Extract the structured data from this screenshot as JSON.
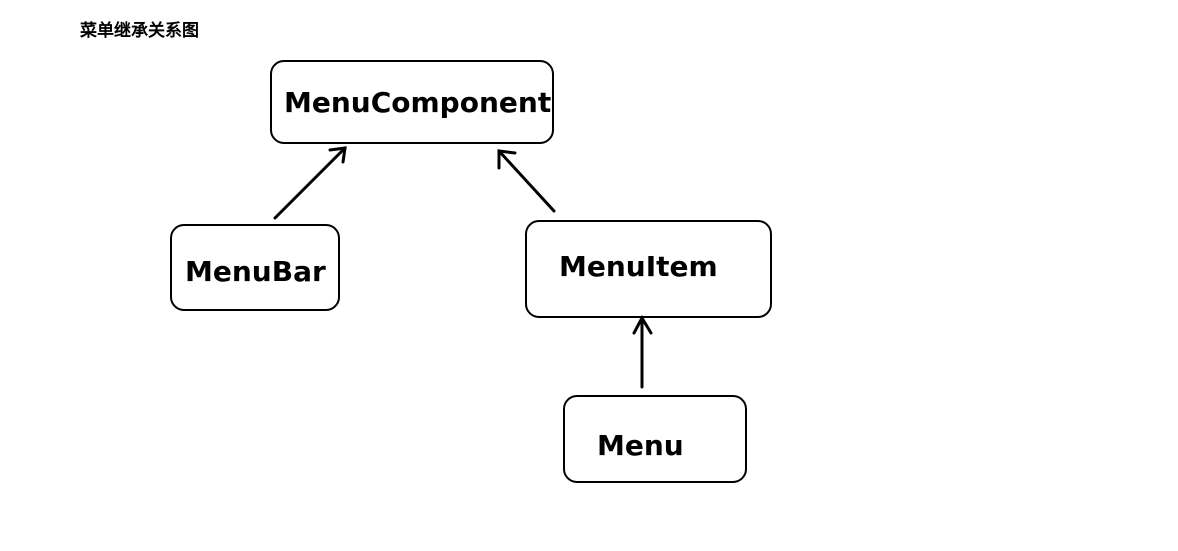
{
  "title": "菜单继承关系图",
  "nodes": {
    "menucomponent": "MenuComponent",
    "menubar": "MenuBar",
    "menuitem": "MenuItem",
    "menu": "Menu"
  },
  "edges": [
    {
      "from": "MenuBar",
      "to": "MenuComponent"
    },
    {
      "from": "MenuItem",
      "to": "MenuComponent"
    },
    {
      "from": "Menu",
      "to": "MenuItem"
    }
  ]
}
